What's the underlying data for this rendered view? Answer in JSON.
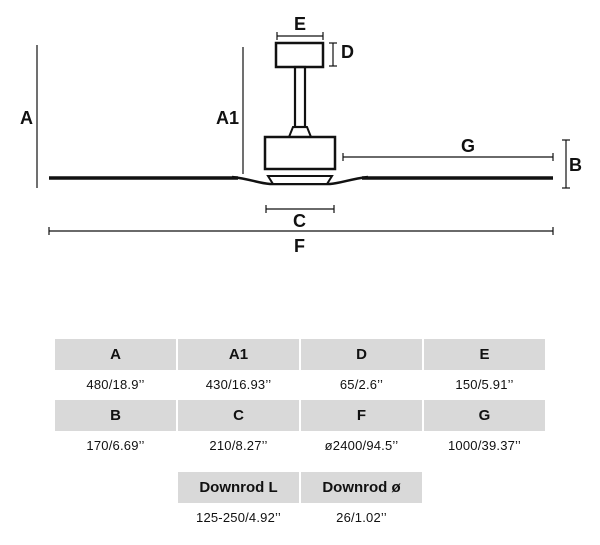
{
  "diagram": {
    "labels": {
      "A": "A",
      "A1": "A1",
      "B": "B",
      "C": "C",
      "D": "D",
      "E": "E",
      "F": "F",
      "G": "G"
    }
  },
  "table": {
    "rows": [
      {
        "headers": [
          "A",
          "A1",
          "D",
          "E"
        ],
        "values": [
          "480/18.9’’",
          "430/16.93’’",
          "65/2.6’’",
          "150/5.91’’"
        ]
      },
      {
        "headers": [
          "B",
          "C",
          "F",
          "G"
        ],
        "values": [
          "170/6.69’’",
          "210/8.27’’",
          "ø2400/94.5’’",
          "1000/39.37’’"
        ]
      },
      {
        "headers": [
          "Downrod L",
          "Downrod ø"
        ],
        "values": [
          "125-250/4.92’’",
          "26/1.02’’"
        ]
      }
    ]
  },
  "colors": {
    "header_bg": "#d9d9d9",
    "line": "#111111"
  }
}
